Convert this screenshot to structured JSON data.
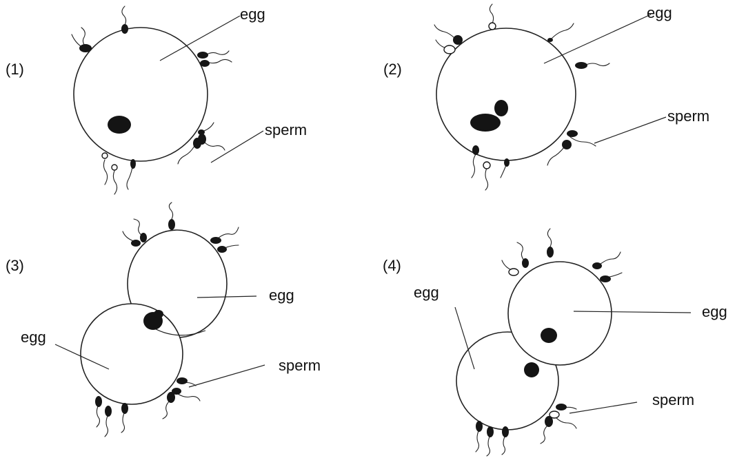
{
  "panels": [
    {
      "number": "(1)",
      "labels": {
        "egg": "egg",
        "sperm": "sperm"
      }
    },
    {
      "number": "(2)",
      "labels": {
        "egg": "egg",
        "sperm": "sperm"
      }
    },
    {
      "number": "(3)",
      "labels": {
        "egg_top": "egg",
        "egg_bottom": "egg",
        "sperm": "sperm"
      }
    },
    {
      "number": "(4)",
      "labels": {
        "egg_left": "egg",
        "egg_right": "egg",
        "sperm": "sperm"
      }
    }
  ],
  "colors": {
    "ink": "#111111",
    "background": "#ffffff"
  }
}
